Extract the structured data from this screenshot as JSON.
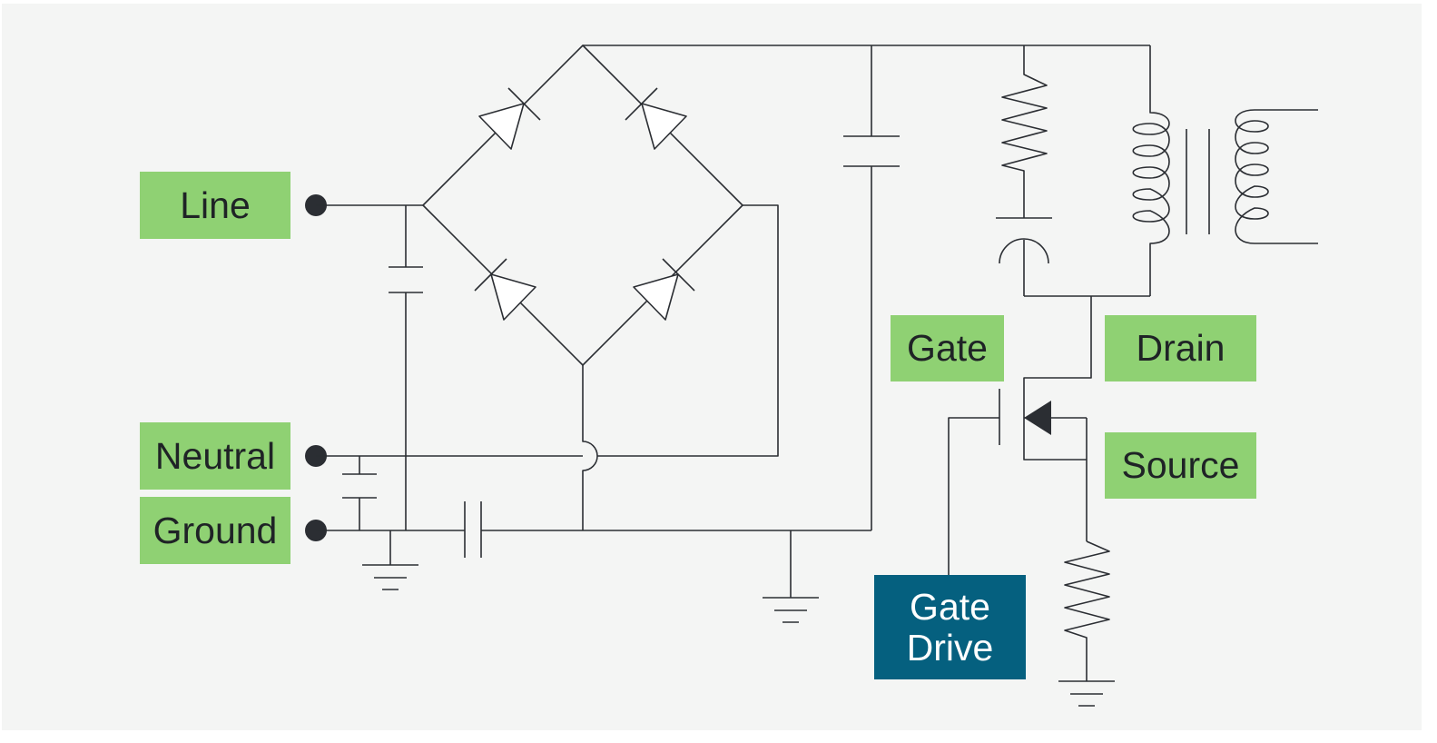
{
  "colors": {
    "background": "#f4f5f4",
    "label_fill": "#8fd173",
    "gate_drive_fill": "#05607f",
    "line_color": "#2b2e33"
  },
  "labels": {
    "line": "Line",
    "neutral": "Neutral",
    "ground": "Ground",
    "gate": "Gate",
    "drain": "Drain",
    "source": "Source",
    "gate_drive_line1": "Gate",
    "gate_drive_line2": "Drive"
  },
  "components": [
    "bridge-rectifier-diode",
    "bridge-rectifier-diode",
    "bridge-rectifier-diode",
    "bridge-rectifier-diode",
    "capacitor",
    "resistor",
    "transformer",
    "mosfet",
    "ground-symbol"
  ]
}
